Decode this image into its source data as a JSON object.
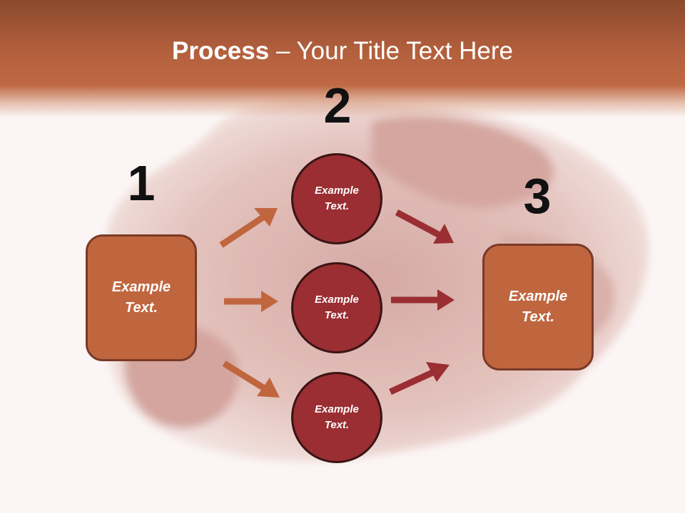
{
  "slide": {
    "title_bold": "Process",
    "title_rest": " – Your Title Text Here"
  },
  "steps": [
    {
      "number": "1",
      "box_text": "Example\nText."
    },
    {
      "number": "2",
      "circles": [
        "Example\nText.",
        "Example\nText.",
        "Example\nText."
      ]
    },
    {
      "number": "3",
      "box_text": "Example\nText."
    }
  ],
  "colors": {
    "header": "#b4603d",
    "box_fill": "#c0663f",
    "circle_fill": "#9a2e32",
    "arrow_left": "#c0663f",
    "arrow_right": "#9a2e32"
  }
}
